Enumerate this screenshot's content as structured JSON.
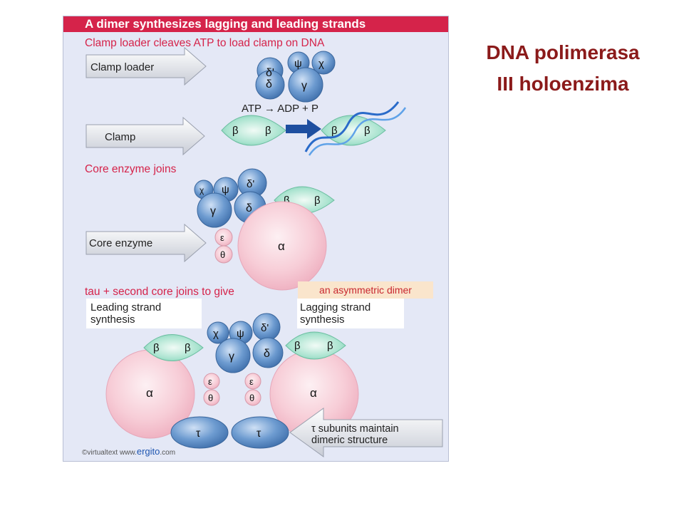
{
  "slide": {
    "title_line1": "DNA polimerasa",
    "title_line2": "III holoenzima"
  },
  "figure": {
    "header": "A dimer synthesizes lagging and leading strands",
    "step1_heading": "Clamp loader cleaves ATP to load clamp on DNA",
    "arrow_clamp_loader": "Clamp loader",
    "arrow_clamp": "Clamp",
    "reaction": "ATP → ADP + P",
    "step2_heading": "Core enzyme joins",
    "arrow_core_enzyme": "Core enzyme",
    "step3_heading": "tau + second core joins to give",
    "callout": "an asymmetric dimer",
    "label_leading_1": "Leading strand",
    "label_leading_2": "synthesis",
    "label_lagging_1": "Lagging strand",
    "label_lagging_2": "synthesis",
    "arrow_tau_1": "τ subunits maintain",
    "arrow_tau_2": "dimeric structure",
    "credit_prefix": "©virtualtext  www.",
    "credit_brand": "ergito",
    "credit_suffix": ".com"
  },
  "subunits": {
    "delta_prime": "δ'",
    "delta": "δ",
    "psi": "ψ",
    "chi": "χ",
    "gamma": "γ",
    "beta": "β",
    "epsilon": "ε",
    "theta": "θ",
    "alpha": "α",
    "tau": "τ"
  },
  "colors": {
    "header_bar": "#d5234a",
    "panel": "#e4e8f6",
    "blue_subunit": "#4f82bd",
    "beta_clamp": "#9fdcc8",
    "alpha_core": "#f5c3cf",
    "slide_title": "#8b1a1a",
    "callout_text": "#c8282f",
    "callout_bg": "#fae5cc"
  }
}
